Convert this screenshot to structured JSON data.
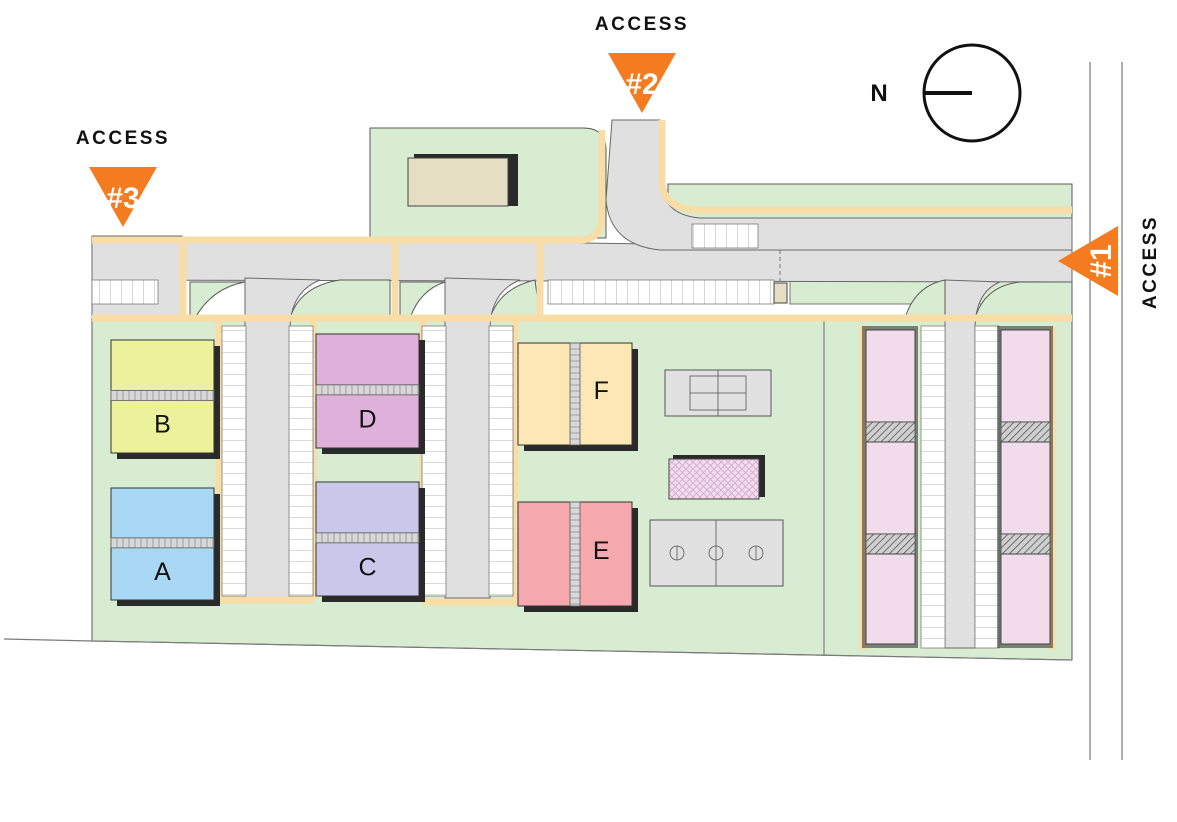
{
  "access_points": [
    {
      "id": "access-1",
      "number": "#1",
      "label": "ACCESS"
    },
    {
      "id": "access-2",
      "number": "#2",
      "label": "ACCESS"
    },
    {
      "id": "access-3",
      "number": "#3",
      "label": "ACCESS"
    }
  ],
  "north_arrow": {
    "letter": "N"
  },
  "buildings": [
    {
      "id": "A",
      "label": "A",
      "color": "#a8d8f4"
    },
    {
      "id": "B",
      "label": "B",
      "color": "#ecf29c"
    },
    {
      "id": "C",
      "label": "C",
      "color": "#c9c8ea"
    },
    {
      "id": "D",
      "label": "D",
      "color": "#deb0da"
    },
    {
      "id": "E",
      "label": "E",
      "color": "#f5a8ad"
    },
    {
      "id": "F",
      "label": "F",
      "color": "#fde7b5"
    }
  ],
  "colors": {
    "grass": "#d8ecd2",
    "pavement": "#e0e0e0",
    "sidewalk": "#f8dda6",
    "access_marker": "#f47b20",
    "townhome": "#f2dcec",
    "shadow": "#2a2a2a",
    "court": "#e1e1e1",
    "playground": "#f1d3ee"
  },
  "icons": {
    "access_marker": "triangle-marker-icon",
    "north_arrow": "north-arrow-icon"
  }
}
